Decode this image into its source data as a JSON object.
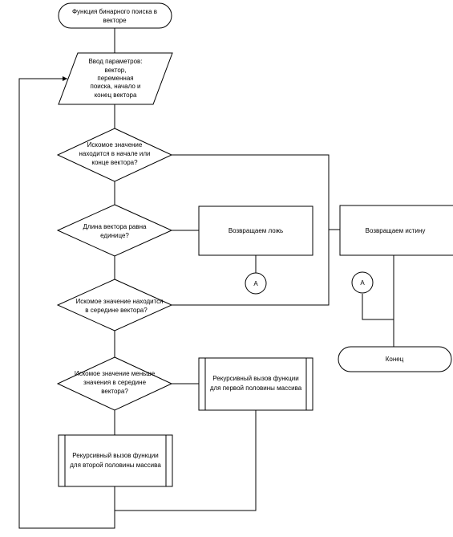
{
  "diagram": {
    "nodes": {
      "start": {
        "lines": [
          "Функция бинарного поиска в",
          "векторе"
        ]
      },
      "input": {
        "lines": [
          "Ввод параметров:",
          "вектор,",
          "переменная",
          "поиска, начало и",
          "конец вектора"
        ]
      },
      "cond_edges": {
        "lines": [
          "Искомое значение",
          "находится в начале или",
          "конце вектора?"
        ]
      },
      "cond_length": {
        "lines": [
          "Длина вектора равна",
          "единице?"
        ]
      },
      "return_false": {
        "lines": [
          "Возвращаем ложь"
        ]
      },
      "return_true": {
        "lines": [
          "Возвращаем истину"
        ]
      },
      "connector_a1": {
        "lines": [
          "A"
        ]
      },
      "connector_a2": {
        "lines": [
          "A"
        ]
      },
      "cond_middle": {
        "lines": [
          "Искомое значение находится",
          "в середине вектора?"
        ]
      },
      "cond_less": {
        "lines": [
          "Искомое значение меньше",
          "значения в середине",
          "вектора?"
        ]
      },
      "recursive_first": {
        "lines": [
          "Рекурсивный вызов функции",
          "для первой половины массива"
        ]
      },
      "recursive_second": {
        "lines": [
          "Рекурсивный вызов функции",
          "для второй половины массива"
        ]
      },
      "end": {
        "lines": [
          "Конец"
        ]
      }
    }
  }
}
